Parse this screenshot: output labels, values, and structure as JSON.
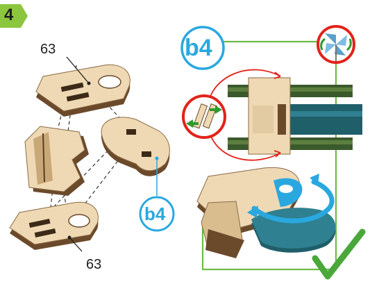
{
  "step": {
    "number": "4"
  },
  "labels": {
    "part_top": "63",
    "part_bottom": "63",
    "callout_small": "b4",
    "callout_large": "b4"
  },
  "colors": {
    "step_badge": "#8cc63f",
    "frame_green": "#6dbb46",
    "callout_blue": "#29a8e0",
    "warning_red": "#e2231a",
    "wood_light": "#efd9b4",
    "wood_dark": "#6b4a2b",
    "shaft_green": "#3a5a2c",
    "shaft_teal": "#1f5f6a"
  },
  "icons": [
    "pinwheel-icon",
    "rotate-arrows-icon",
    "push-arrows-icon",
    "rotation-arrow-icon",
    "checkmark-icon"
  ]
}
